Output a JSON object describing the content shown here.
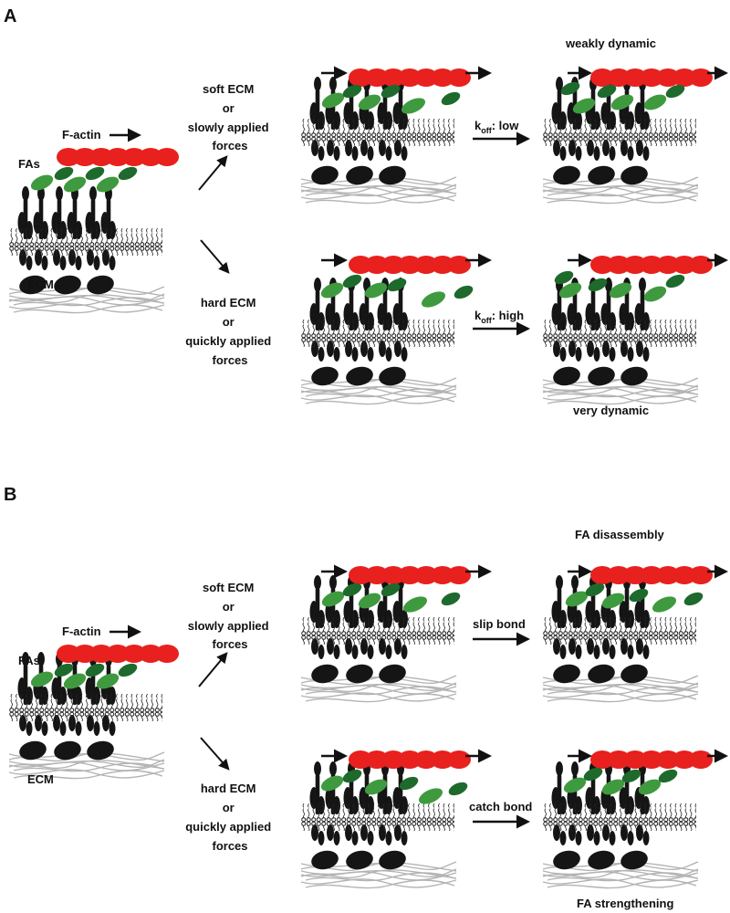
{
  "panels": [
    {
      "letter": "A",
      "left_labels": {
        "factin": "F-actin",
        "fas": "FAs",
        "ecm": "ECM"
      },
      "conditions": {
        "top": [
          "soft  ECM",
          "or",
          "slowly applied",
          "forces"
        ],
        "bottom": [
          "hard ECM",
          "or",
          "quickly applied",
          "forces"
        ]
      },
      "top_arrow": {
        "main": "k",
        "sub": "off",
        "rest": ": low"
      },
      "bottom_arrow": {
        "main": "k",
        "sub": "off",
        "rest": ": high"
      },
      "outcomes": {
        "top": "weakly dynamic",
        "bottom": "very dynamic"
      }
    },
    {
      "letter": "B",
      "left_labels": {
        "factin": "F-actin",
        "fas": "FAs",
        "ecm": "ECM"
      },
      "conditions": {
        "top": [
          "soft  ECM",
          "or",
          "slowly applied",
          "forces"
        ],
        "bottom": [
          "hard ECM",
          "or",
          "quickly applied",
          "forces"
        ]
      },
      "top_arrow": {
        "main": "slip bond",
        "sub": "",
        "rest": ""
      },
      "bottom_arrow": {
        "main": "catch bond",
        "sub": "",
        "rest": ""
      },
      "outcomes": {
        "top": "FA disassembly",
        "bottom": "FA strengthening"
      }
    }
  ],
  "colors": {
    "actin": "#e8201e",
    "adaptor_light": "#3f9a3f",
    "adaptor_dark": "#1e6a2c",
    "integrin": "#151515",
    "membrane": "#222222",
    "ecm": "#b3b3b3"
  }
}
